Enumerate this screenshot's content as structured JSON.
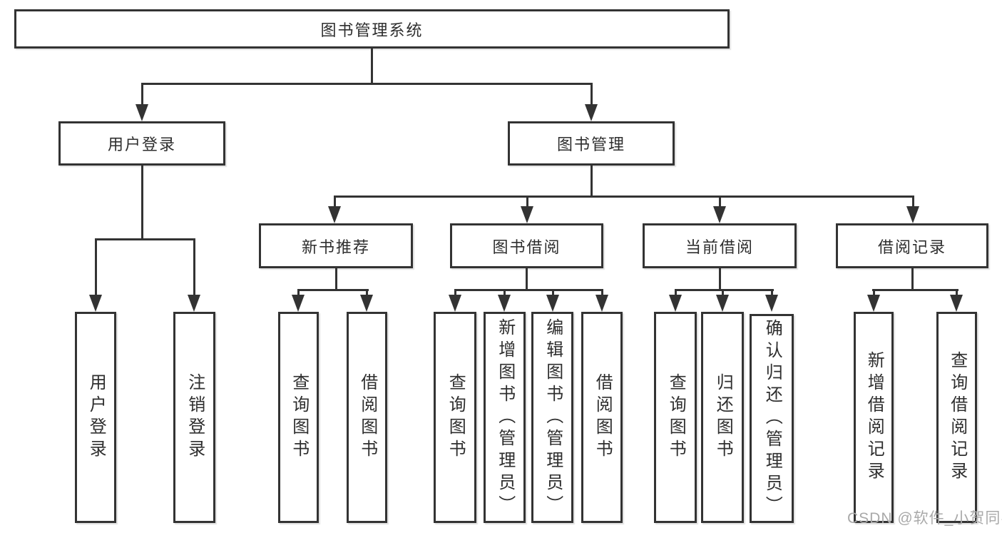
{
  "diagram": {
    "root": {
      "label": "图书管理系统"
    },
    "user_login": {
      "label": "用户登录",
      "children": [
        "用户登录",
        "注销登录"
      ]
    },
    "book_management": {
      "label": "图书管理",
      "new_book_recommend": {
        "label": "新书推荐",
        "children": [
          "查询图书",
          "借阅图书"
        ]
      },
      "book_borrow": {
        "label": "图书借阅",
        "children": [
          "查询图书",
          "新增图书（管理员）",
          "编辑图书（管理员）",
          "借阅图书"
        ]
      },
      "current_borrow": {
        "label": "当前借阅",
        "children": [
          "查询图书",
          "归还图书",
          "确认归还（管理员）"
        ]
      },
      "borrow_records": {
        "label": "借阅记录",
        "children": [
          "新增借阅记录",
          "查询借阅记录"
        ]
      }
    }
  },
  "watermark": {
    "text": "CSDN @软件_小贺同学",
    "color": "#a9a9a9"
  },
  "colors": {
    "line": "#333333",
    "border": "#333333",
    "text": "#2e2e2e",
    "background": "#ffffff"
  }
}
